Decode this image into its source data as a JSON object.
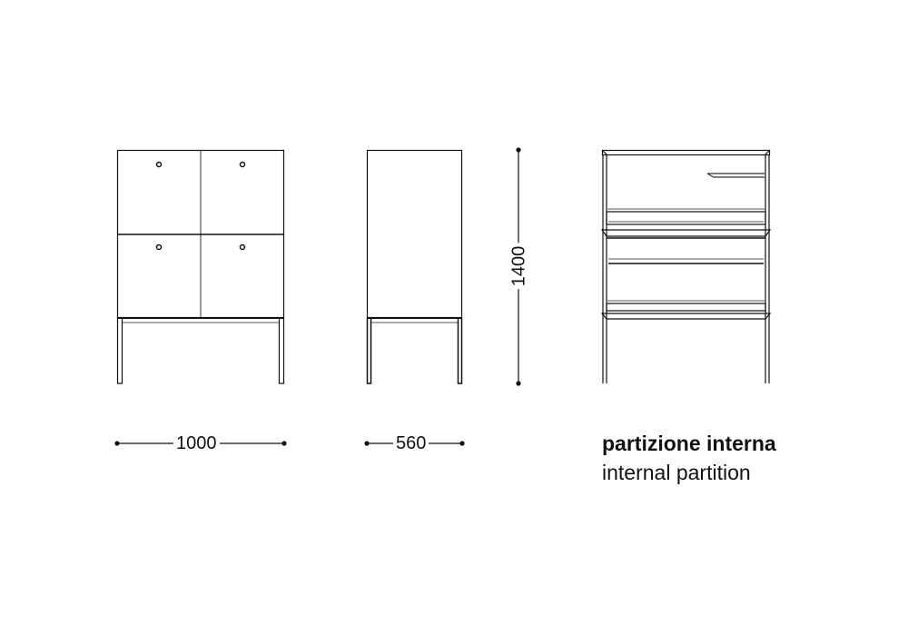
{
  "dimensions": {
    "width": "1000",
    "depth": "560",
    "height": "1400"
  },
  "caption": {
    "italian": "partizione interna",
    "english": "internal partition"
  },
  "colors": {
    "line": "#111111",
    "background": "#ffffff"
  }
}
